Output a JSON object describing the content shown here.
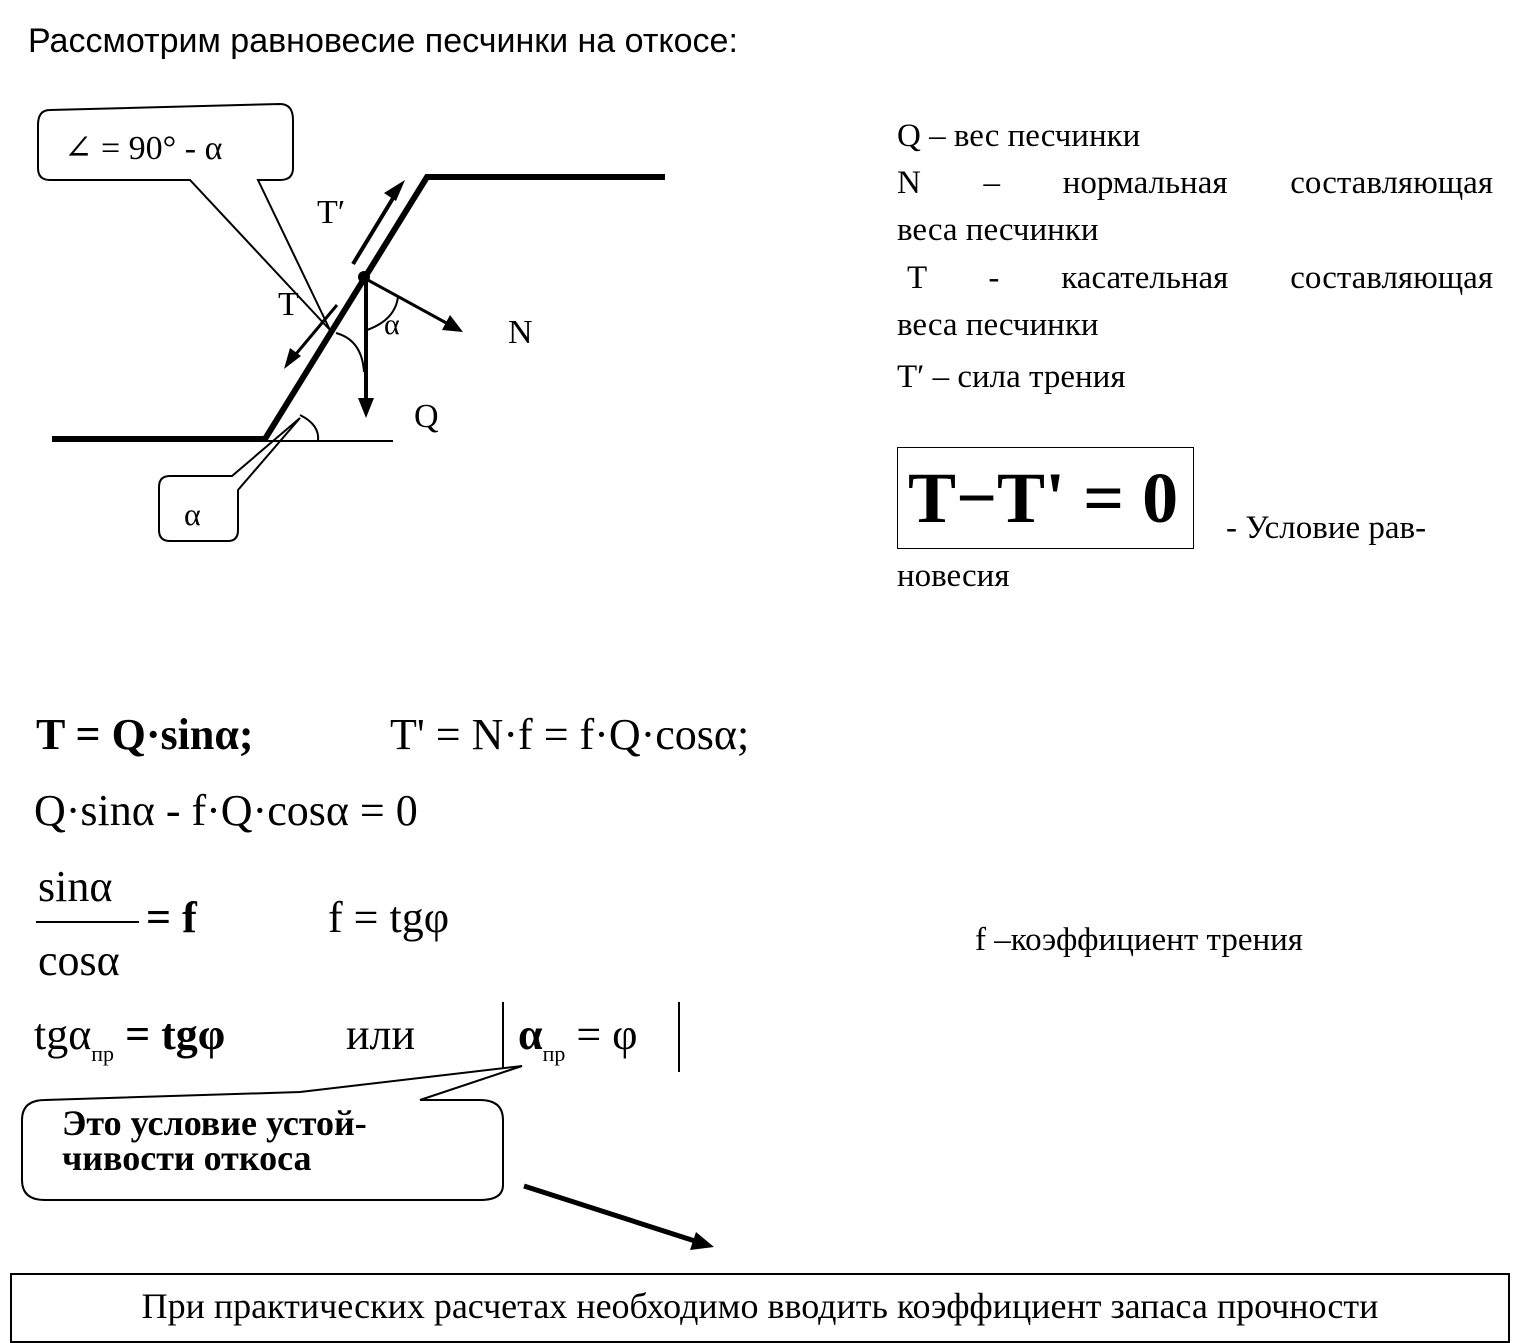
{
  "heading": "Рассмотрим равновесие песчинки на откосе:",
  "diagram": {
    "callout_top": "∠ = 90° - α",
    "callout_bottom": "α",
    "label_T_prime": "T′",
    "label_T": "T",
    "label_alpha": "α",
    "label_N": "N",
    "label_Q": "Q"
  },
  "legend": {
    "line1": "Q – вес песчинки",
    "line2": "N – нормальная составляющая",
    "line3": "веса песчинки",
    "line4": "T - касательная составляющая",
    "line5": "веса песчинки",
    "line6": "T′ – сила трения"
  },
  "equilibrium": {
    "equation": "T−T' = 0",
    "condition_part1": "- Условие рав-",
    "condition_part2": "новесия"
  },
  "formulas": {
    "f1_left": "T = Q·sinα;",
    "f1_right": "T' = N·f = f·Q·cosα;",
    "f2": "Q·sinα - f·Q·cosα = 0",
    "f3_num": "sinα",
    "f3_den": "cosα",
    "f3_rhs": "= f",
    "f3_right": "f = tgφ",
    "f4_left_main": "tgα",
    "f4_left_sub": "пр",
    "f4_left_rhs": "= tgφ",
    "f4_or": "или",
    "f4_right_main": "α",
    "f4_right_sub": "пр",
    "f4_right_rhs": "= φ"
  },
  "friction_note": "f –коэффициент трения",
  "stability_callout": {
    "line1": "Это условие устой-",
    "line2": "чивости откоса"
  },
  "bottom_note": "При практических расчетах необходимо вводить коэффициент запаса прочности"
}
